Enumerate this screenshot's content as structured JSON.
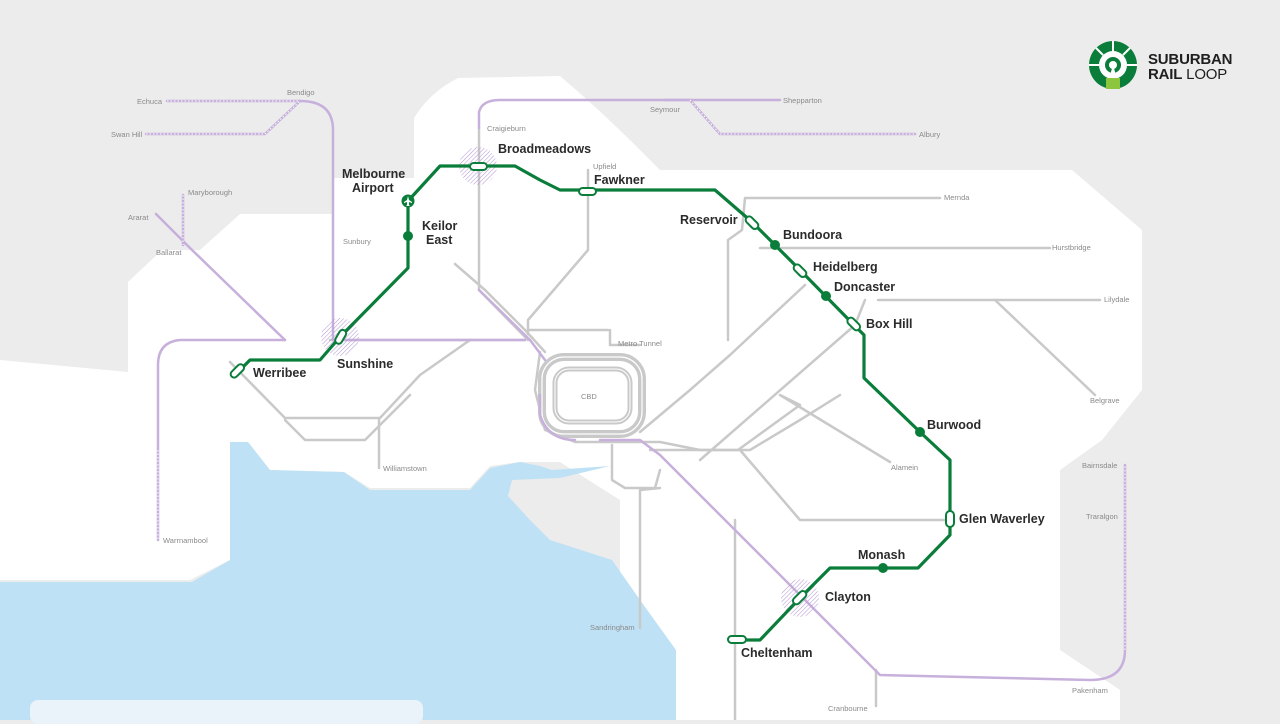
{
  "brand": {
    "line1": "SUBURBAN",
    "line2_bold": "RAIL",
    "line2_light": "LOOP",
    "color_primary": "#0a7d3a",
    "color_secondary": "#8cc63f"
  },
  "colors": {
    "background": "#ececec",
    "land": "#ffffff",
    "water": "#bfe1f5",
    "metro_line": "#c9c9c9",
    "regional_line": "#c7b0dc",
    "srl_line": "#0a7d3a"
  },
  "srl_stations": [
    {
      "id": "werribee",
      "label": "Werribee"
    },
    {
      "id": "sunshine",
      "label": "Sunshine"
    },
    {
      "id": "melbourne-airport",
      "label": "Melbourne\nAirport",
      "line1": "Melbourne",
      "line2": "Airport"
    },
    {
      "id": "keilor-east",
      "label": "Keilor East",
      "line1": "Keilor",
      "line2": "East"
    },
    {
      "id": "broadmeadows",
      "label": "Broadmeadows"
    },
    {
      "id": "fawkner",
      "label": "Fawkner"
    },
    {
      "id": "reservoir",
      "label": "Reservoir"
    },
    {
      "id": "bundoora",
      "label": "Bundoora"
    },
    {
      "id": "heidelberg",
      "label": "Heidelberg"
    },
    {
      "id": "doncaster",
      "label": "Doncaster"
    },
    {
      "id": "box-hill",
      "label": "Box Hill"
    },
    {
      "id": "burwood",
      "label": "Burwood"
    },
    {
      "id": "glen-waverley",
      "label": "Glen Waverley"
    },
    {
      "id": "monash",
      "label": "Monash"
    },
    {
      "id": "clayton",
      "label": "Clayton"
    },
    {
      "id": "cheltenham",
      "label": "Cheltenham"
    }
  ],
  "minor_labels": {
    "echuca": "Echuca",
    "bendigo": "Bendigo",
    "swan_hill": "Swan Hill",
    "maryborough": "Maryborough",
    "ararat": "Ararat",
    "ballarat": "Ballarat",
    "sunbury": "Sunbury",
    "craigieburn": "Craigieburn",
    "upfield": "Upfield",
    "seymour": "Seymour",
    "shepparton": "Shepparton",
    "albury": "Albury",
    "mernda": "Mernda",
    "hurstbridge": "Hurstbridge",
    "lilydale": "Lilydale",
    "belgrave": "Belgrave",
    "metro_tunnel": "Metro Tunnel",
    "cbd": "CBD",
    "williamstown": "Williamstown",
    "alamein": "Alamein",
    "bairnsdale": "Bairnsdale",
    "traralgon": "Traralgon",
    "warrnambool": "Warrnambool",
    "sandringham": "Sandringham",
    "pakenham": "Pakenham",
    "cranbourne": "Cranbourne"
  }
}
